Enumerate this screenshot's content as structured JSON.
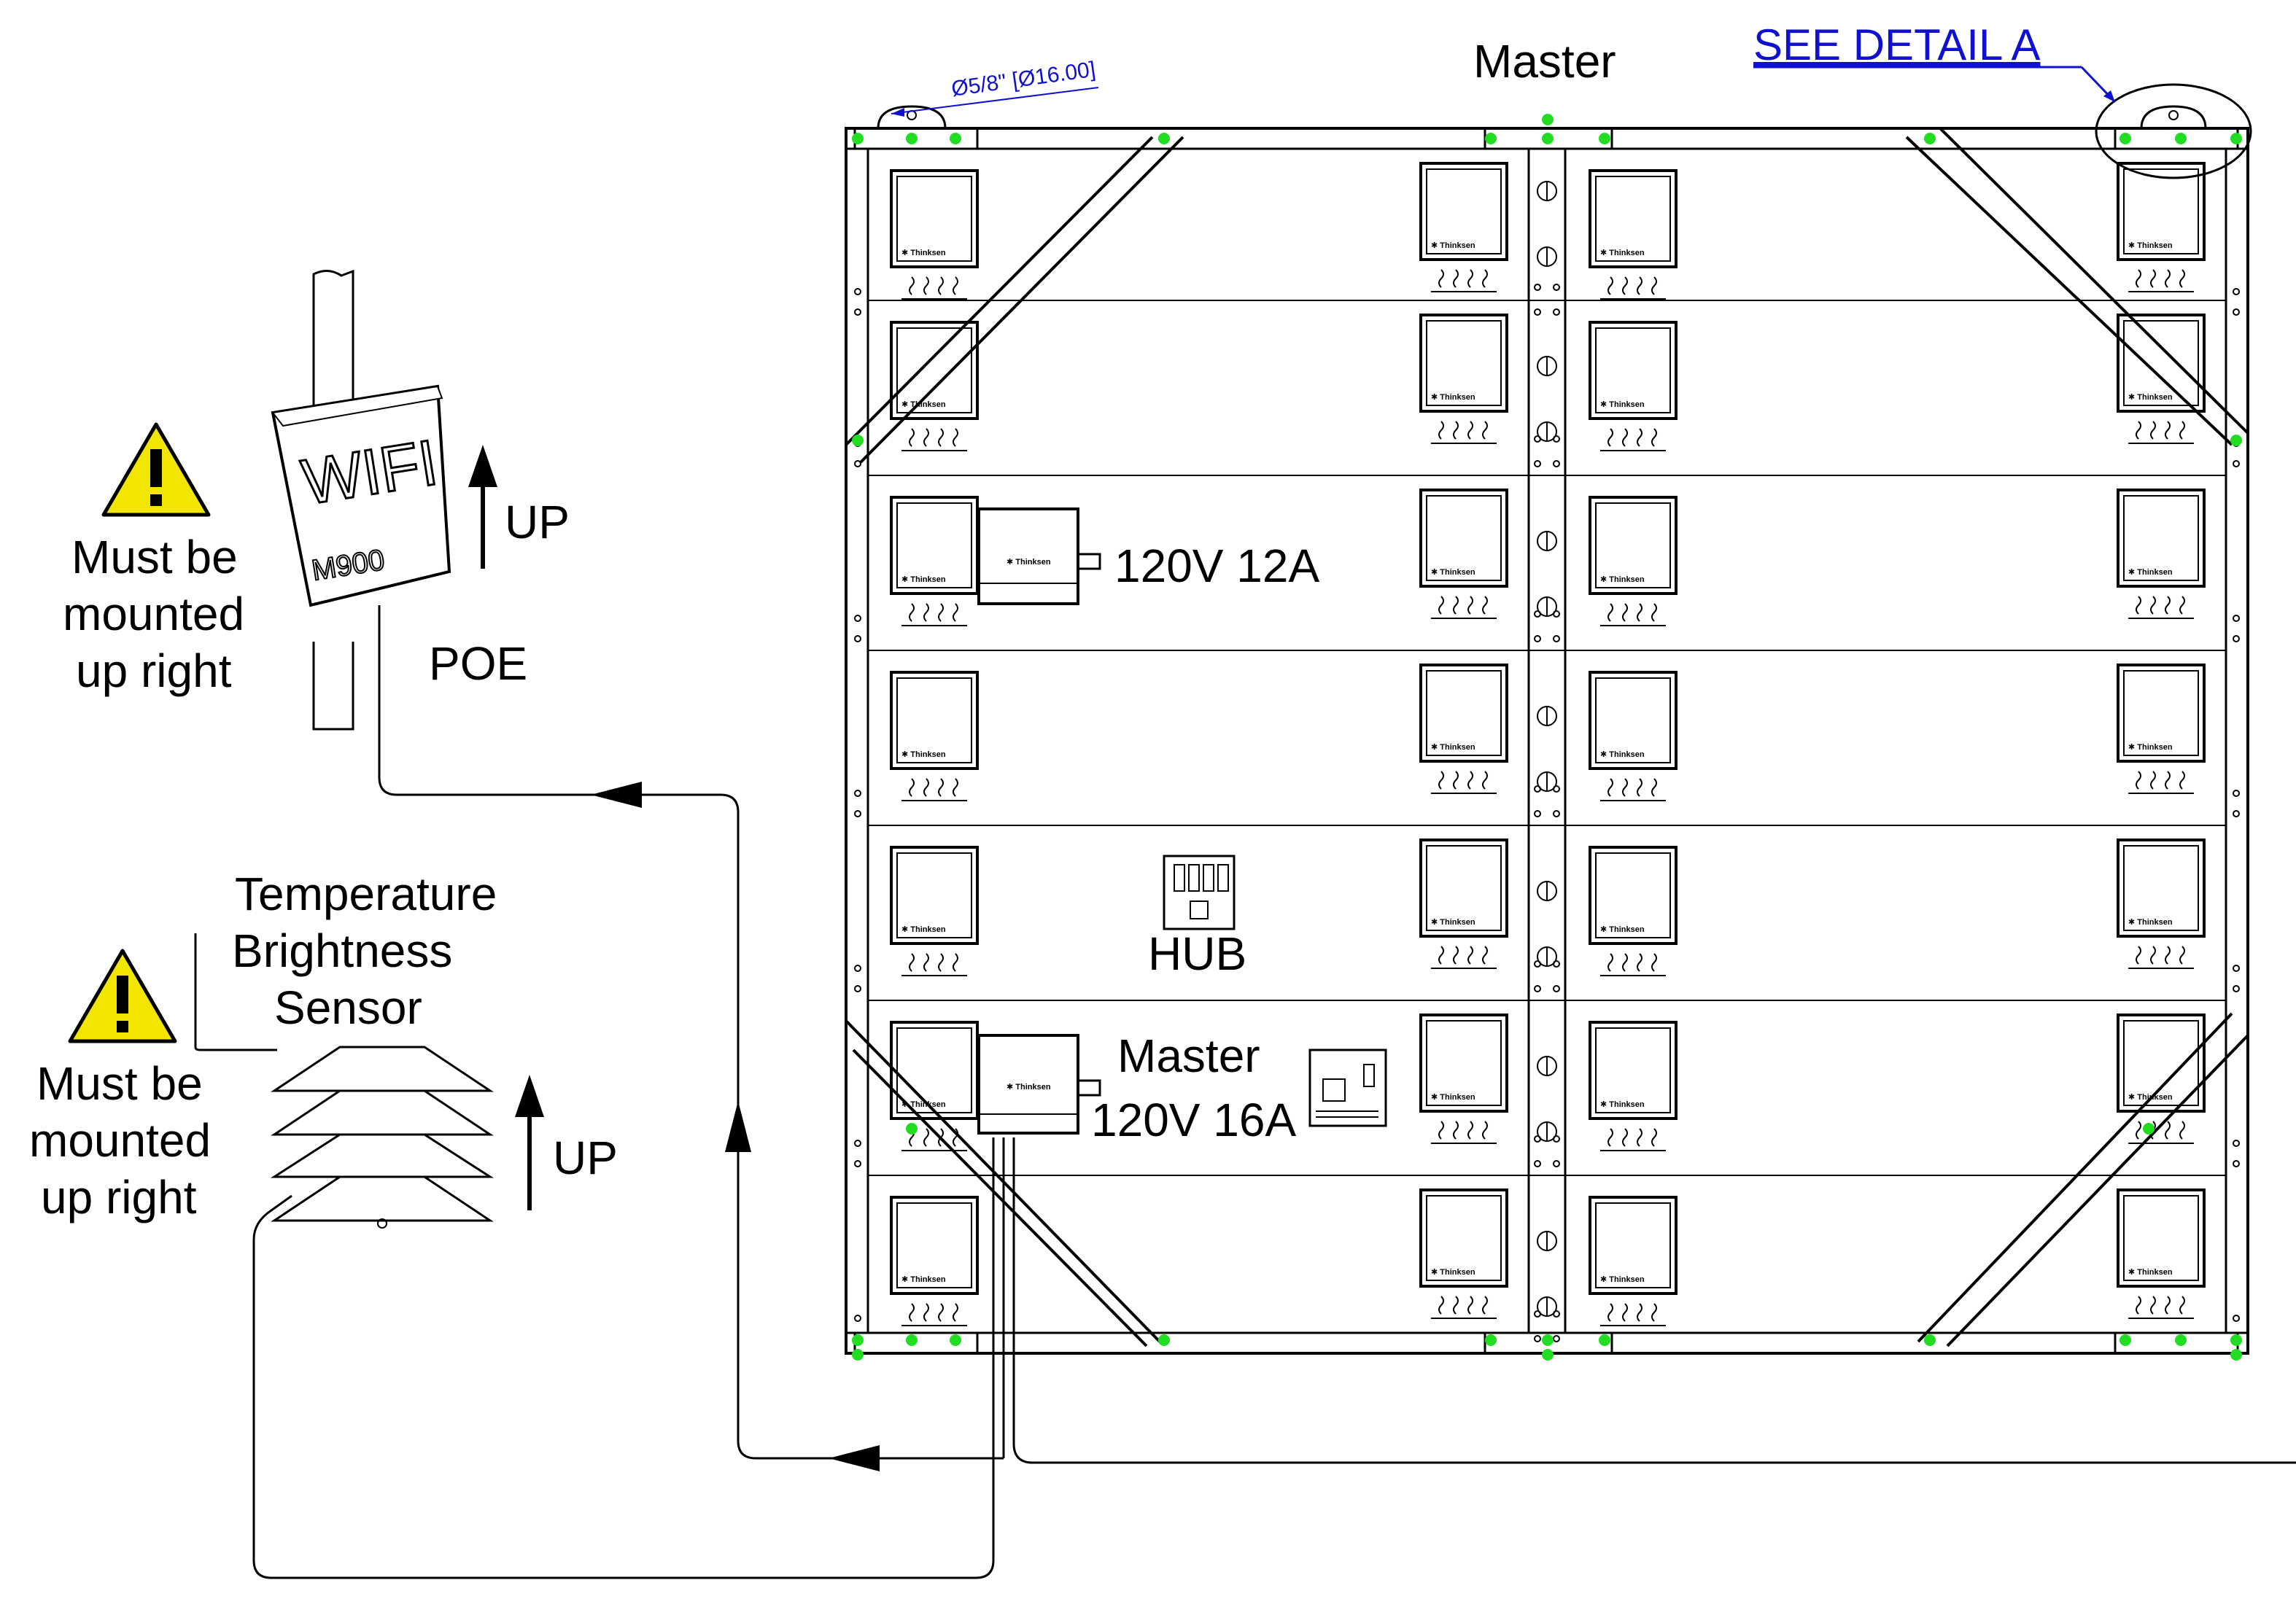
{
  "labels": {
    "master_top": "Master",
    "see_detail": "SEE DETAIL A",
    "dimension": "Ø5/8\" [Ø16.00]",
    "wifi_word": "WIFI",
    "wifi_model": "M900",
    "up_1": "UP",
    "poe": "POE",
    "warning_1": [
      "Must be",
      "mounted",
      "up right"
    ],
    "sensor_title": [
      "Temperature",
      "Brightness",
      "Sensor"
    ],
    "warning_2": [
      "Must be",
      "mounted",
      "up right"
    ],
    "up_2": "UP",
    "psu_1": "120V 12A",
    "hub": "HUB",
    "master_psu_title": "Master",
    "master_psu_rating": "120V 16A",
    "module_brand": "Thinksen"
  },
  "colors": {
    "mount_dot": "#22dd22",
    "dimension_blue": "#1010d0",
    "warning_yellow": "#f2e600"
  },
  "icons": [
    "warning-triangle-icon",
    "up-arrow-icon",
    "flow-arrow-icon",
    "ventilation-icon"
  ]
}
